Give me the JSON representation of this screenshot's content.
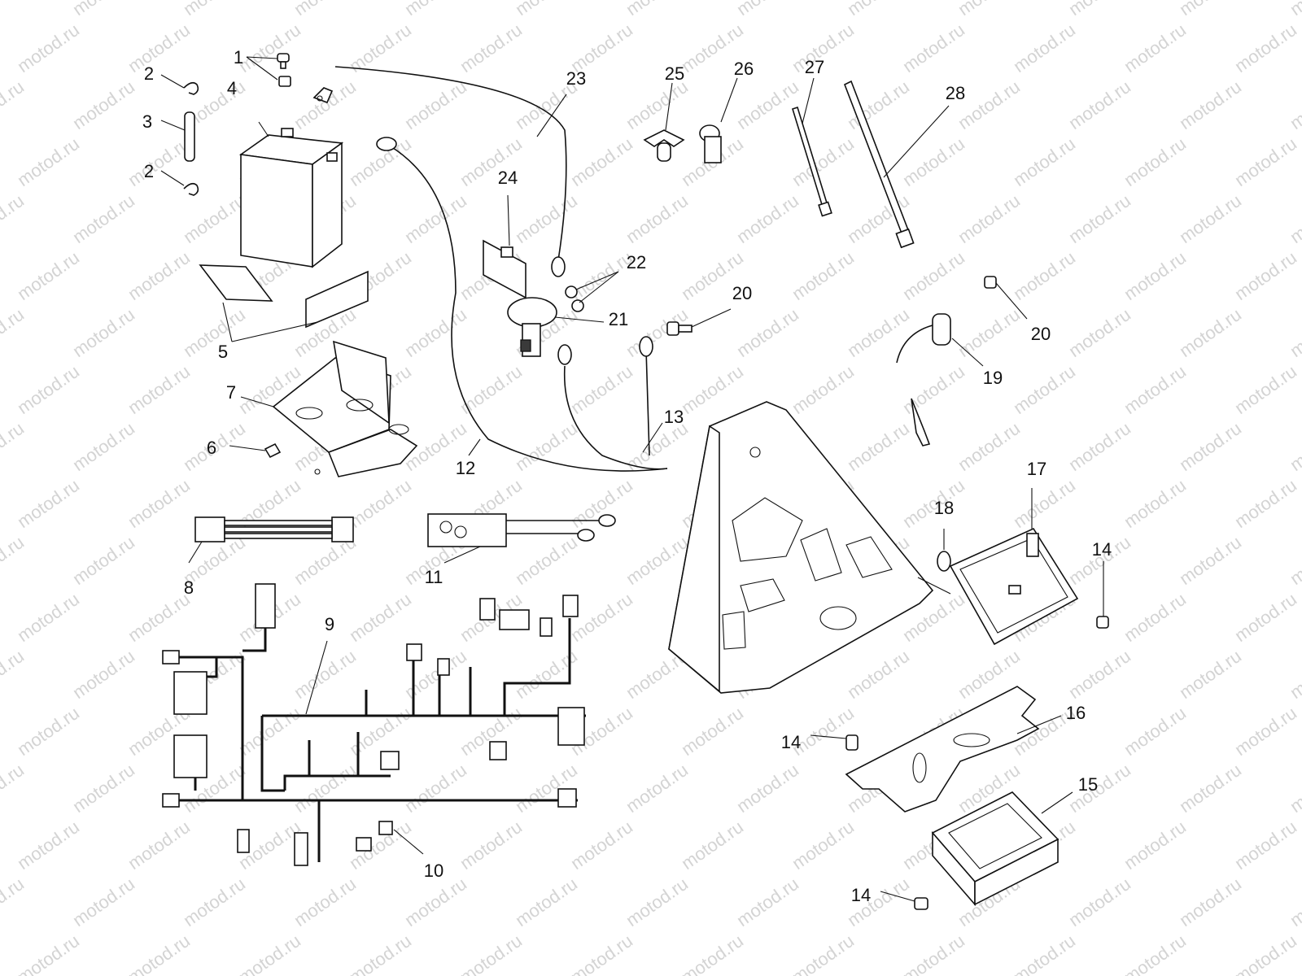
{
  "watermark": {
    "text": "motod.ru"
  },
  "callouts": [
    {
      "id": "1",
      "text": "1"
    },
    {
      "id": "2a",
      "text": "2"
    },
    {
      "id": "2b",
      "text": "2"
    },
    {
      "id": "3",
      "text": "3"
    },
    {
      "id": "4",
      "text": "4"
    },
    {
      "id": "5",
      "text": "5"
    },
    {
      "id": "6",
      "text": "6"
    },
    {
      "id": "7",
      "text": "7"
    },
    {
      "id": "8",
      "text": "8"
    },
    {
      "id": "9",
      "text": "9"
    },
    {
      "id": "10",
      "text": "10"
    },
    {
      "id": "11",
      "text": "11"
    },
    {
      "id": "12",
      "text": "12"
    },
    {
      "id": "13",
      "text": "13"
    },
    {
      "id": "14a",
      "text": "14"
    },
    {
      "id": "14b",
      "text": "14"
    },
    {
      "id": "14c",
      "text": "14"
    },
    {
      "id": "15",
      "text": "15"
    },
    {
      "id": "16",
      "text": "16"
    },
    {
      "id": "17",
      "text": "17"
    },
    {
      "id": "18",
      "text": "18"
    },
    {
      "id": "19",
      "text": "19"
    },
    {
      "id": "20a",
      "text": "20"
    },
    {
      "id": "20b",
      "text": "20"
    },
    {
      "id": "21",
      "text": "21"
    },
    {
      "id": "22",
      "text": "22"
    },
    {
      "id": "23",
      "text": "23"
    },
    {
      "id": "24",
      "text": "24"
    },
    {
      "id": "25",
      "text": "25"
    },
    {
      "id": "26",
      "text": "26"
    },
    {
      "id": "27",
      "text": "27"
    },
    {
      "id": "28",
      "text": "28"
    }
  ]
}
